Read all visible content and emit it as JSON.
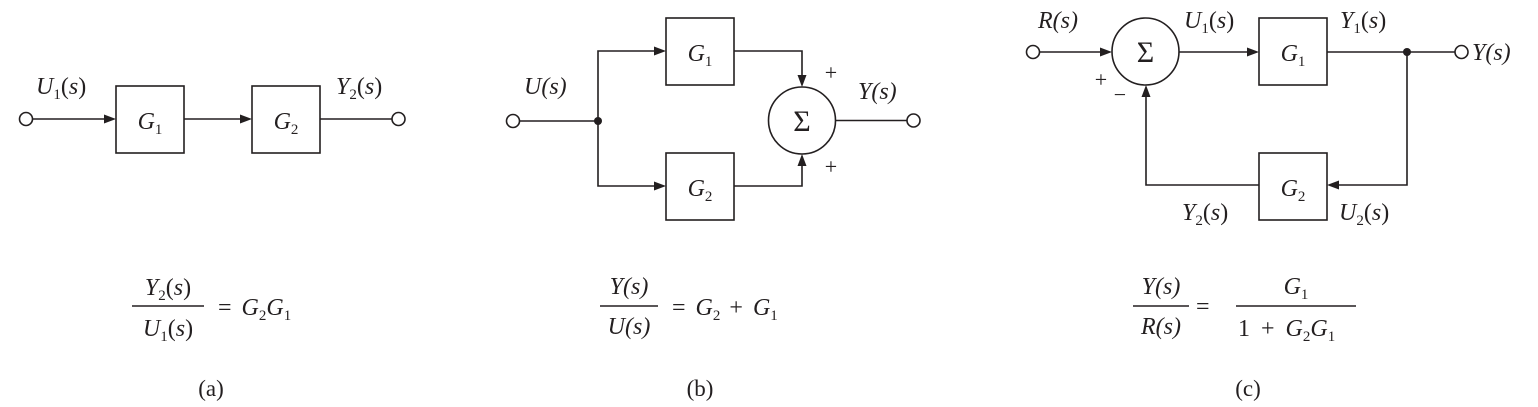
{
  "panel_a": {
    "input_label": {
      "main": "U",
      "sub": "1",
      "arg": "(s)"
    },
    "output_label": {
      "main": "Y",
      "sub": "2",
      "arg": "(s)"
    },
    "block1": {
      "main": "G",
      "sub": "1"
    },
    "block2": {
      "main": "G",
      "sub": "2"
    },
    "eq_num": {
      "main": "Y",
      "sub": "2",
      "arg": "(s)"
    },
    "eq_den": {
      "main": "U",
      "sub": "1",
      "arg": "(s)"
    },
    "eq_rhs": {
      "eq": "=",
      "g2": "G",
      "g2_sub": "2",
      "g1": "G",
      "g1_sub": "1"
    },
    "caption": "(a)"
  },
  "panel_b": {
    "input_label": "U(s)",
    "output_label": "Y(s)",
    "block1": {
      "main": "G",
      "sub": "1"
    },
    "block2": {
      "main": "G",
      "sub": "2"
    },
    "sum_symbol": "Σ",
    "sign_top": "+",
    "sign_bottom": "+",
    "eq_num": "Y(s)",
    "eq_den": "U(s)",
    "eq_rhs": {
      "eq": "=",
      "g2": "G",
      "g2_sub": "2",
      "plus": "+",
      "g1": "G",
      "g1_sub": "1"
    },
    "caption": "(b)"
  },
  "panel_c": {
    "input_label": "R(s)",
    "output_label": "Y(s)",
    "u1_label": {
      "main": "U",
      "sub": "1",
      "arg": "(s)"
    },
    "y1_label": {
      "main": "Y",
      "sub": "1",
      "arg": "(s)"
    },
    "y2_label": {
      "main": "Y",
      "sub": "2",
      "arg": "(s)"
    },
    "u2_label": {
      "main": "U",
      "sub": "2",
      "arg": "(s)"
    },
    "block1": {
      "main": "G",
      "sub": "1"
    },
    "block2": {
      "main": "G",
      "sub": "2"
    },
    "sum_symbol": "Σ",
    "sign_plus": "+",
    "sign_minus": "−",
    "eq_num": "Y(s)",
    "eq_den": "R(s)",
    "eq_eq": "=",
    "eq_rhs_num": {
      "main": "G",
      "sub": "1"
    },
    "eq_rhs_den": {
      "one": "1",
      "plus": "+",
      "g2": "G",
      "g2_sub": "2",
      "g1": "G",
      "g1_sub": "1"
    },
    "caption": "(c)"
  }
}
